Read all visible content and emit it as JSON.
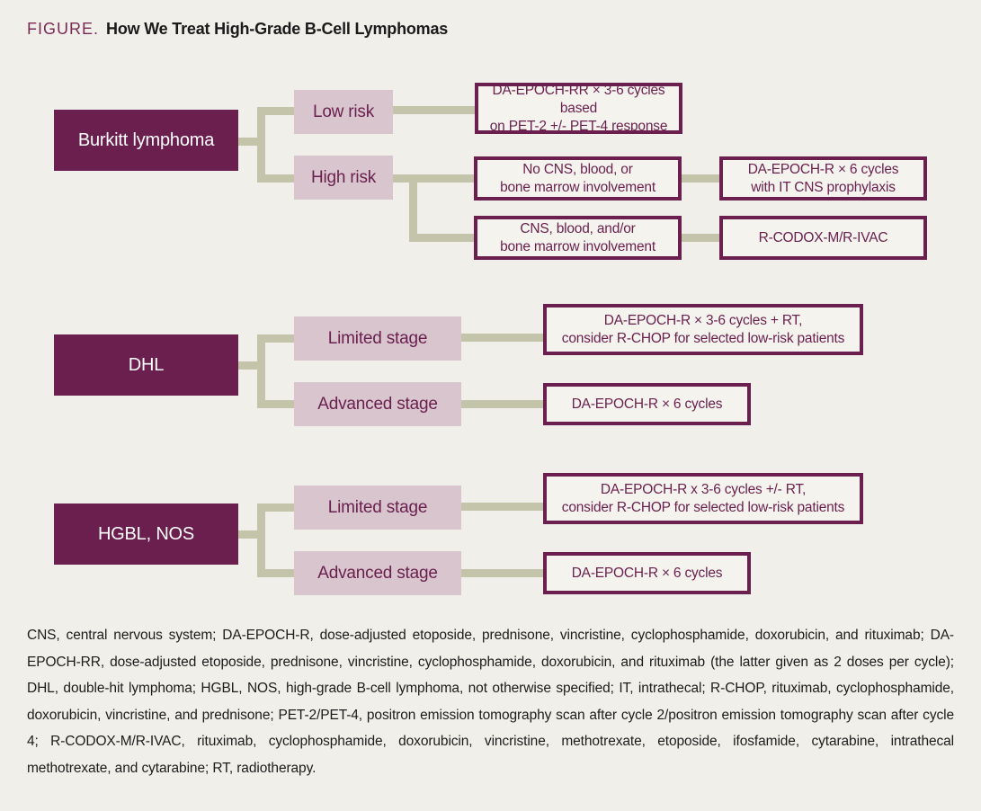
{
  "title": {
    "label": "FIGURE.",
    "heading": "How We Treat High-Grade B-Cell Lymphomas"
  },
  "colors": {
    "background": "#f0efe9",
    "root_box": "#6a1f4e",
    "branch_box": "#d8c5ce",
    "outcome_border": "#6a1f4e",
    "outcome_fill": "#f4f3ed",
    "connector": "#c4c4ab",
    "title_prefix": "#7b2a57",
    "title_text": "#1a1a1a"
  },
  "burkitt": {
    "root": "Burkitt lymphoma",
    "low_risk": "Low risk",
    "high_risk": "High risk",
    "low_outcome_1": "DA-EPOCH-RR × 3-6 cycles based",
    "low_outcome_2": "on PET-2 +/- PET-4 response",
    "no_cns_1": "No CNS, blood, or",
    "no_cns_2": "bone marrow involvement",
    "it_cns_1": "DA-EPOCH-R × 6 cycles",
    "it_cns_2": "with IT CNS prophylaxis",
    "cns_1": "CNS, blood, and/or",
    "cns_2": "bone marrow involvement",
    "codox": "R-CODOX-M/R-IVAC"
  },
  "dhl": {
    "root": "DHL",
    "limited": "Limited stage",
    "advanced": "Advanced stage",
    "limited_outcome_1": "DA-EPOCH-R × 3-6 cycles + RT,",
    "limited_outcome_2": "consider R-CHOP for selected low-risk patients",
    "advanced_outcome": "DA-EPOCH-R × 6 cycles"
  },
  "hgbl": {
    "root": "HGBL, NOS",
    "limited": "Limited stage",
    "advanced": "Advanced stage",
    "limited_outcome_1": "DA-EPOCH-R x 3-6 cycles +/- RT,",
    "limited_outcome_2": "consider R-CHOP for selected low-risk patients",
    "advanced_outcome": "DA-EPOCH-R × 6 cycles"
  },
  "footnote": "CNS, central nervous system; DA-EPOCH-R, dose-adjusted etoposide, prednisone, vincristine, cyclophosphamide, doxorubicin, and rituximab; DA-EPOCH-RR, dose-adjusted etoposide, prednisone, vincristine, cyclophosphamide, doxorubicin, and rituximab (the latter given as 2 doses per cycle); DHL, double-hit lymphoma; HGBL, NOS, high-grade B-cell lymphoma, not otherwise specified; IT, intrathecal; R-CHOP, rituximab, cyclophosphamide, doxorubicin, vincristine, and prednisone; PET-2/PET-4, positron emission tomography scan after cycle 2/positron emission tomography scan after cycle 4; R-CODOX-M/R-IVAC, rituximab, cyclophosphamide, doxorubicin, vincristine, methotrexate, etoposide, ifosfamide, cytarabine, intrathecal methotrexate, and cytarabine; RT, radiotherapy."
}
